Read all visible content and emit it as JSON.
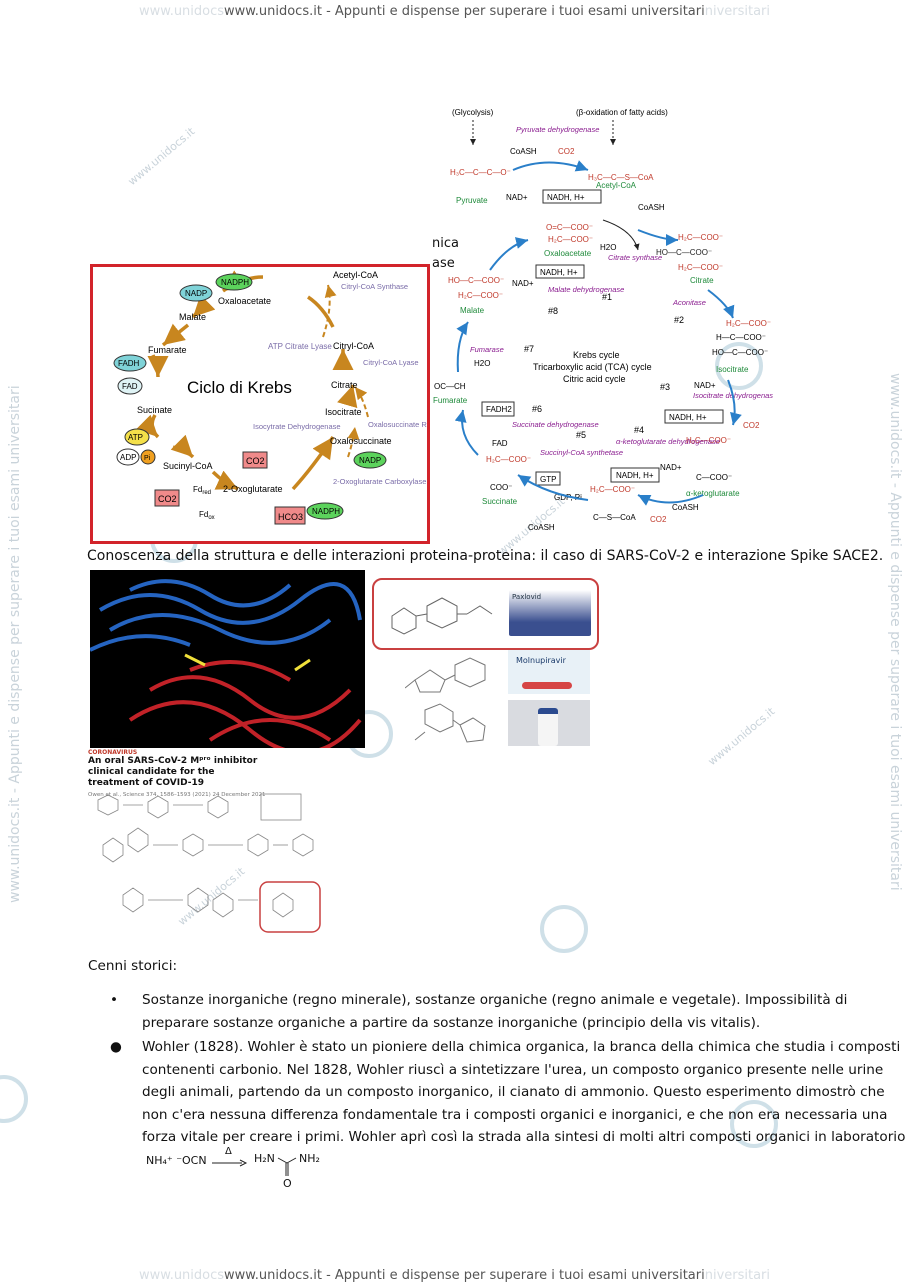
{
  "header": {
    "ghost_left": "www.unidocs",
    "text": "www.unidocs.it - Appunti e dispense per superare i tuoi esami universitari",
    "ghost_right": "niversitari"
  },
  "watermark_side": "www.unidocs.it - Appunti e dispense per superare i tuoi esami universitari",
  "watermark_diag": "www.unidocs.it",
  "krebs_small": {
    "title": "Ciclo di Krebs",
    "metabolites": [
      "Acetyl-CoA",
      "Oxaloacetate",
      "Malate",
      "Fumarate",
      "Sucinate",
      "Sucinyl-CoA",
      "2-Oxoglutarate",
      "Isocitrate",
      "Oxalosuccinate",
      "Citrate",
      "Citryl-CoA"
    ],
    "enzymes": [
      "ATP Citrate Lyase",
      "Citryl-CoA Synthase",
      "Citryl-CoA Lyase",
      "Isocytrate Dehydrogenase",
      "Oxalosuccinate Reducatase",
      "2-Oxoglutarate Carboxylase"
    ],
    "cofactors": [
      "NADPH",
      "NADP",
      "FADH",
      "FAD",
      "ATP",
      "ADP",
      "Pi",
      "CO2",
      "HCO3",
      "NADP",
      "NADPH"
    ],
    "fd_red": "Fd",
    "fd_red_sub": "red",
    "fd_ox": "Fd",
    "fd_ox_sub": "ox"
  },
  "krebs_big": {
    "top_left": "(Glycolysis)",
    "top_right": "(β-oxidation of fatty acids)",
    "pyruvate_dh": "Pyruvate dehydrogenase",
    "center": [
      "Krebs cycle",
      "Tricarboxylic acid (TCA) cycle",
      "Citric acid cycle"
    ],
    "cut_text": [
      "nica",
      "ase"
    ],
    "metabolites": [
      "Pyruvate",
      "Acetyl-CoA",
      "Oxaloacetate",
      "Citrate",
      "Isocitrate",
      "α-ketoglutarate",
      "Succinate",
      "Fumarate",
      "Malate"
    ],
    "enzymes": [
      "Citrate synthase",
      "Aconitase",
      "Isocitrate dehydrogenase",
      "α-ketoglutarate dehydrogenase",
      "Succinyl-CoA synthetase",
      "Succinate dehydrogenase",
      "Fumarase",
      "Malate dehydrogenase"
    ],
    "steps": [
      "#1",
      "#2",
      "#3",
      "#4",
      "#5",
      "#6",
      "#7",
      "#8"
    ],
    "boxes": [
      "NADH, H+",
      "NADH, H+",
      "NADH, H+",
      "NADH, H+",
      "GTP",
      "FADH2"
    ],
    "labels": [
      "CoASH",
      "CO2",
      "NAD+",
      "H2O",
      "FAD",
      "GDP, Pi"
    ]
  },
  "caption": "Conoscenza della struttura e delle interazioni proteina-proteina: il caso di SARS-CoV-2 e interazione Spike SACE2.",
  "drug_panel": {
    "tag": "CORONAVIRUS",
    "title": "An oral SARS-CoV-2 Mᵖʳᵒ inhibitor clinical candidate for the treatment of COVID-19",
    "cite": "Owen et al., Science 374, 1586–1593 (2021)     24 December 2021",
    "drug1": "Paxlovid",
    "drug2": "Molnupiravir"
  },
  "section_title": "Cenni storici:",
  "bullets": [
    "Sostanze inorganiche (regno minerale), sostanze organiche (regno animale e vegetale). Impossibilità di preparare sostanze organiche a partire da sostanze inorganiche (principio della vis vitalis).",
    "Wohler (1828). Wohler è stato un pioniere della chimica organica, la branca della chimica che studia i composti contenenti carbonio. Nel 1828, Wohler riuscì a sintetizzare l'urea, un composto organico presente nelle urine degli animali, partendo da un composto inorganico, il cianato di ammonio. Questo esperimento dimostrò che non c'era nessuna differenza fondamentale tra i composti organici e inorganici, e che non era necessaria una forza vitale per creare i primi. Wohler aprì così la strada alla sintesi di molti altri composti organici in laboratorio"
  ],
  "reaction": {
    "reactant": "NH₄⁺ ⁻OCN",
    "condition": "Δ",
    "product_left": "H₂N",
    "product_right": "NH₂",
    "product_o": "O",
    "product_c": "C"
  },
  "footer": {
    "ghost_left": "www.unidocs",
    "text": "www.unidocs.it - Appunti e dispense per superare i tuoi esami universitari",
    "ghost_right": "niversitari"
  }
}
